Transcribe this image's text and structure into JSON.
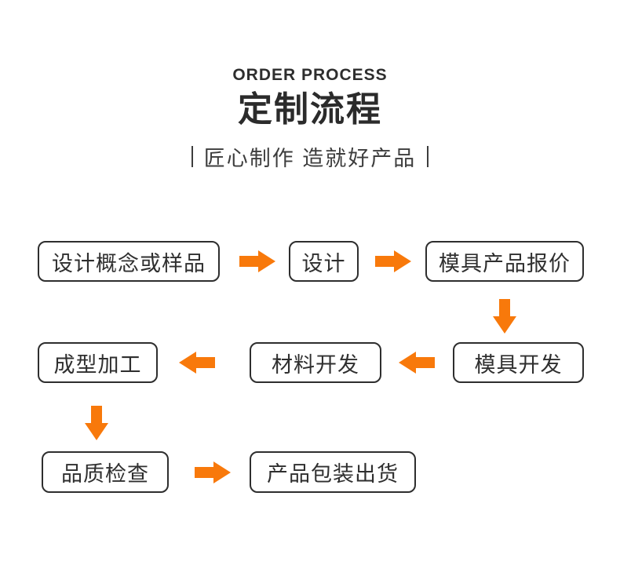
{
  "page": {
    "background": "#ffffff"
  },
  "header": {
    "eyebrow": "ORDER PROCESS",
    "title": "定制流程",
    "subtitle": "匠心制作 造就好产品"
  },
  "flow": {
    "arrow_color": "#f8790b",
    "box_border_color": "#2e2e2e",
    "steps": [
      {
        "id": "design-concept-or-sample",
        "label": "设计概念或样品"
      },
      {
        "id": "design",
        "label": "设计"
      },
      {
        "id": "mold-product-quote",
        "label": "模具产品报价"
      },
      {
        "id": "mold-development",
        "label": "模具开发"
      },
      {
        "id": "material-development",
        "label": "材料开发"
      },
      {
        "id": "molding-process",
        "label": "成型加工"
      },
      {
        "id": "quality-inspection",
        "label": "品质检查"
      },
      {
        "id": "product-packing-shipment",
        "label": "产品包装出货"
      }
    ]
  }
}
